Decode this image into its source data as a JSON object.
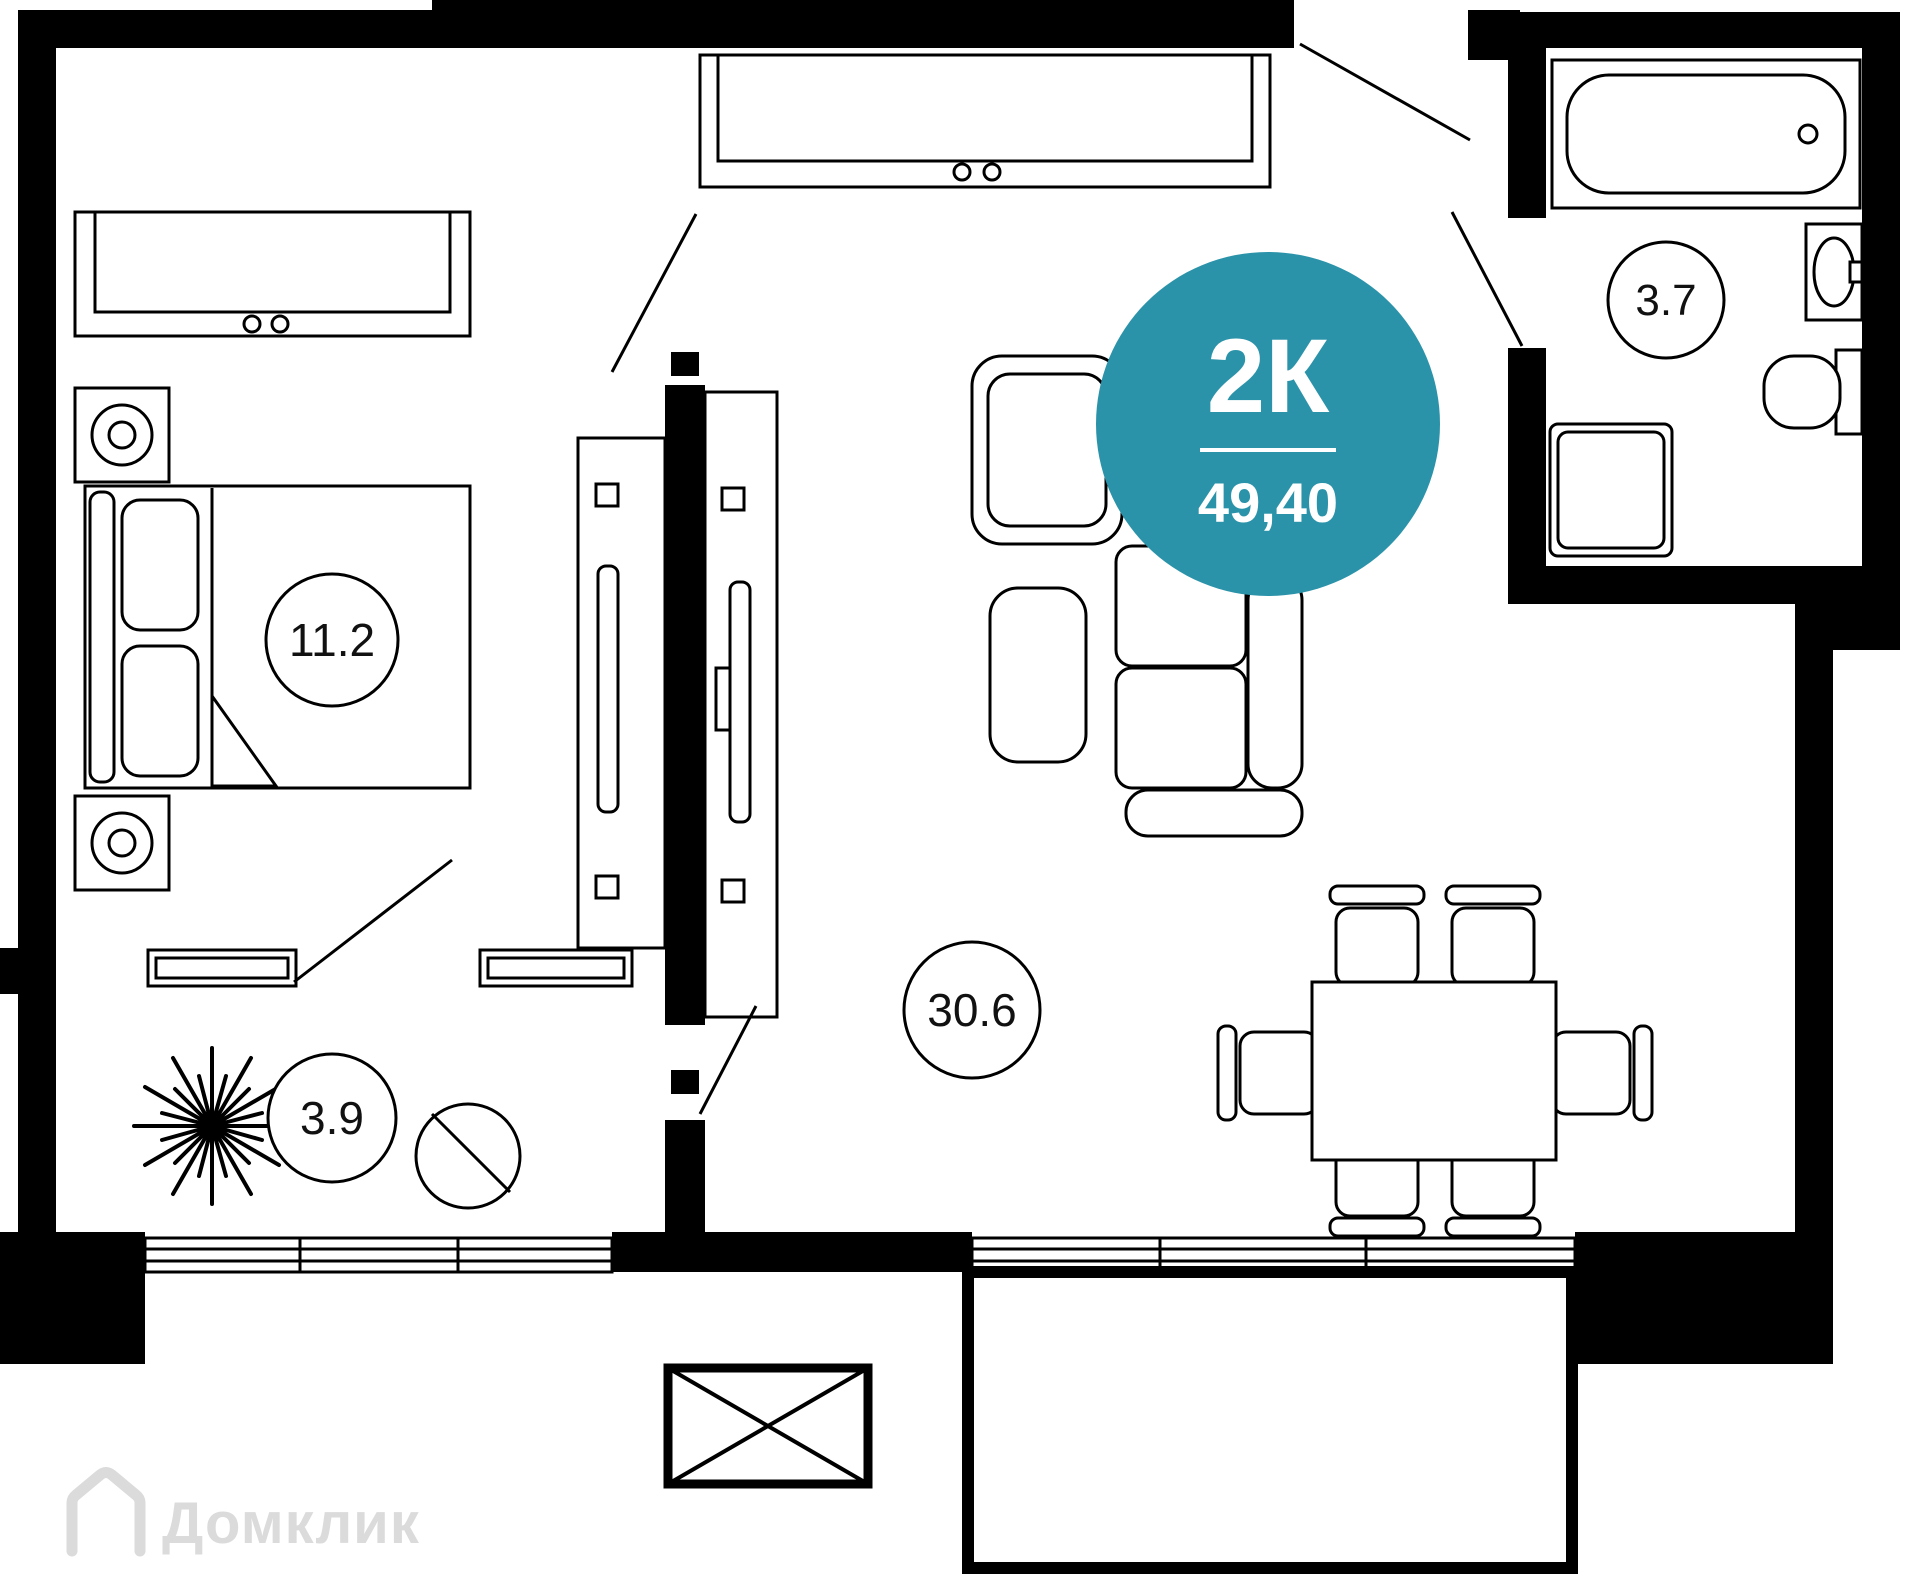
{
  "plan": {
    "badge": {
      "rooms": "2К",
      "area": "49,40",
      "bg_color": "#2B93A9"
    },
    "rooms": {
      "bedroom": {
        "area": "11.2"
      },
      "hallway": {
        "area": "3.9"
      },
      "living_room": {
        "area": "30.6"
      },
      "bathroom": {
        "area": "3.7"
      }
    },
    "watermark": {
      "text": "Домклик",
      "color": "#DBDBDB"
    },
    "colors": {
      "walls": "#000000",
      "background": "#FFFFFF",
      "lines": "#000000"
    }
  }
}
